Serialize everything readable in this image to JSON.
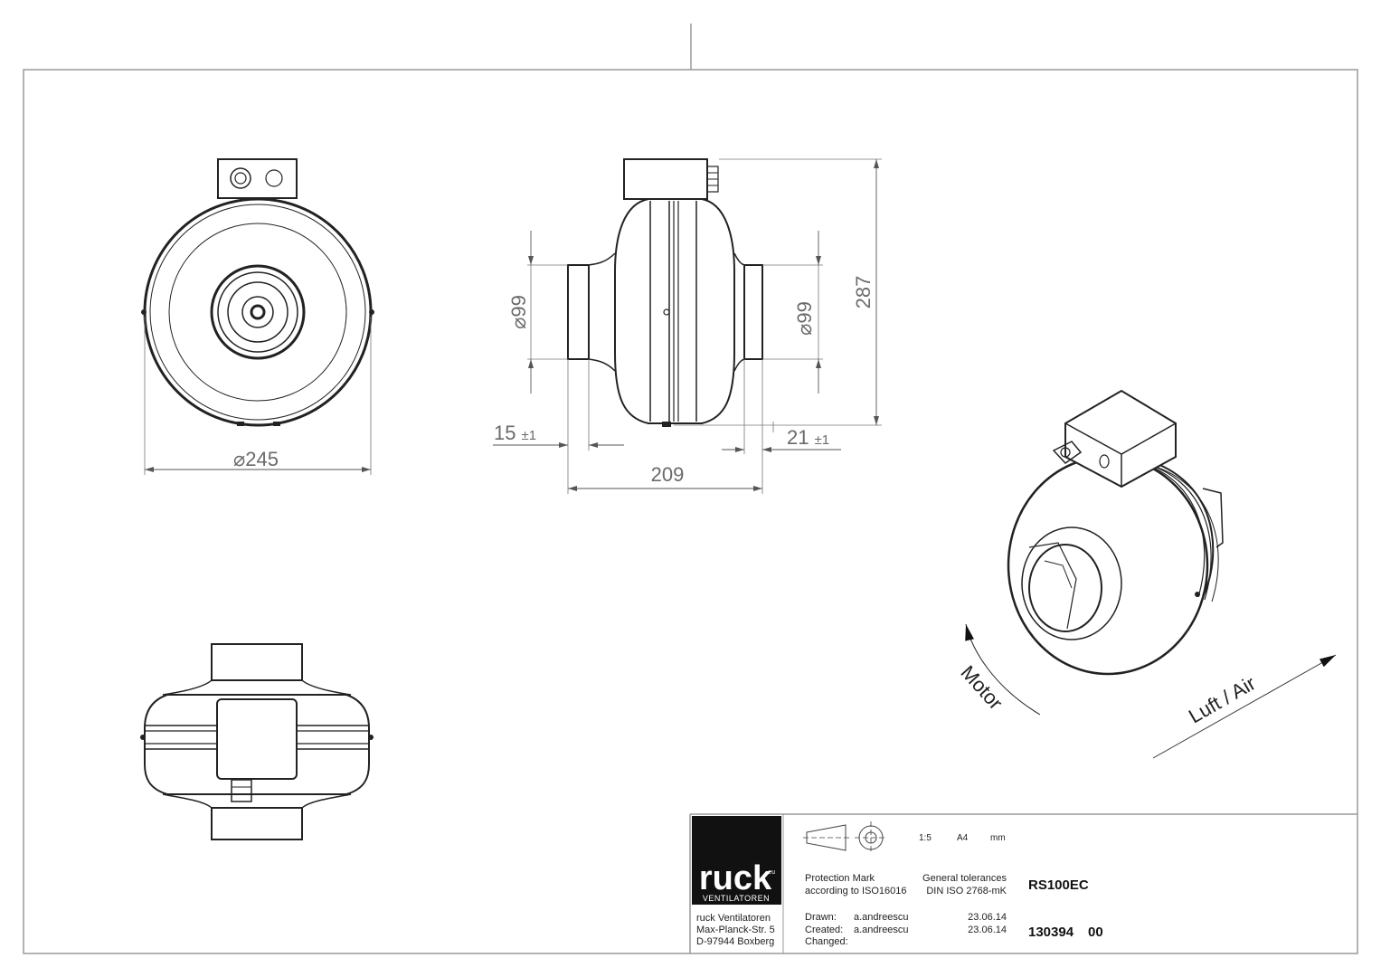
{
  "dimensions": {
    "diameter_symbol": "⌀",
    "outer_diameter": "245",
    "inlet_diameter": "99",
    "outlet_diameter": "99",
    "height": "287",
    "length": "209",
    "inlet_collar": "15",
    "inlet_collar_tol": "±1",
    "outlet_collar": "21",
    "outlet_collar_tol": "±1"
  },
  "annotations": {
    "motor": "Motor",
    "air": "Luft / Air"
  },
  "title_block": {
    "logo_text": "ruck",
    "logo_superscript": ".eu",
    "logo_sub": "VENTILATOREN",
    "company": "ruck Ventilatoren",
    "street": "Max-Planck-Str. 5",
    "city": "D-97944 Boxberg",
    "scale": "1:5",
    "format": "A4",
    "unit": "mm",
    "protection_mark_1": "Protection Mark",
    "protection_mark_2": "according to ISO16016",
    "tolerance_1": "General tolerances",
    "tolerance_2": "DIN ISO 2768-mK",
    "drawn_label": "Drawn:",
    "drawn_by": "a.andreescu",
    "drawn_date": "23.06.14",
    "created_label": "Created:",
    "created_by": "a.andreescu",
    "created_date": "23.06.14",
    "changed_label": "Changed:",
    "model": "RS100EC",
    "part_number": "130394",
    "revision": "00"
  },
  "colors": {
    "line": "#222222",
    "dimension": "#6a6a6a",
    "logo_bg": "#111111"
  }
}
